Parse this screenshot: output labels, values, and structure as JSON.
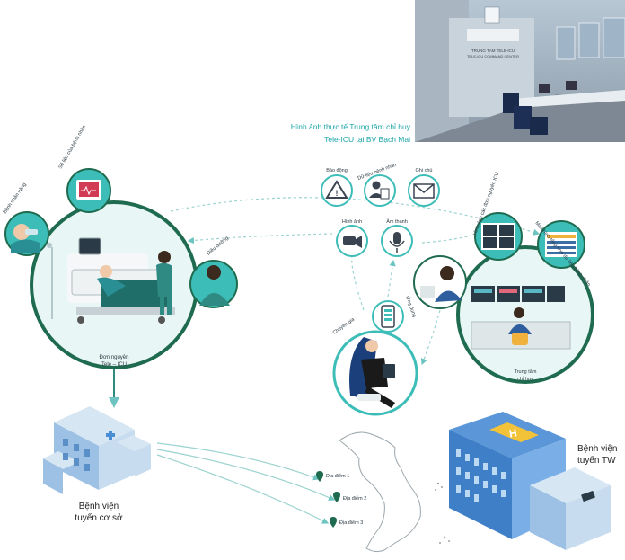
{
  "photo": {
    "sign_line1": "TRUNG TÂM TELE-ICU",
    "sign_line2": "TELE-ICU COMMAND CENTER"
  },
  "caption": {
    "line1": "Hình ảnh thực tế Trung tâm chỉ huy",
    "line2": "Tele-ICU tại BV Bạch Mai"
  },
  "patient_unit": {
    "patient_data": "Số liệu của bệnh nhân",
    "severe_patient": "Bệnh nhân nặng",
    "nurse": "Điều dưỡng",
    "unit_line1": "Đơn nguyên",
    "unit_line2": "Tele – ICU"
  },
  "top_icons": {
    "alarm": "Báo động",
    "patient_records": "Dữ liệu bệnh nhân",
    "notes": "Ghi chú"
  },
  "media_icons": {
    "video": "Hình ảnh",
    "audio": "Âm thanh",
    "app": "Ứng dụng"
  },
  "command_center": {
    "units_view": "Hình ảnh các đơn nguyên ICU",
    "summary_screen": "Màn hình tổng hợp dữ liệu bệnh nhân",
    "name_line1": "Trung tâm",
    "name_line2": "chỉ huy"
  },
  "expert": "Chuyên gia",
  "hospitals": {
    "local_line1": "Bệnh viện",
    "local_line2": "tuyến cơ sở",
    "central_line1": "Bệnh viện",
    "central_line2": "tuyến TW"
  },
  "locations": [
    "Địa điểm 1",
    "Địa điểm 2",
    "Địa điểm 3"
  ],
  "colors": {
    "teal": "#3dbdb8",
    "dark_green": "#1f6b4f",
    "accent_text": "#1aa5a8",
    "building_blue": "#4a8fd6"
  }
}
